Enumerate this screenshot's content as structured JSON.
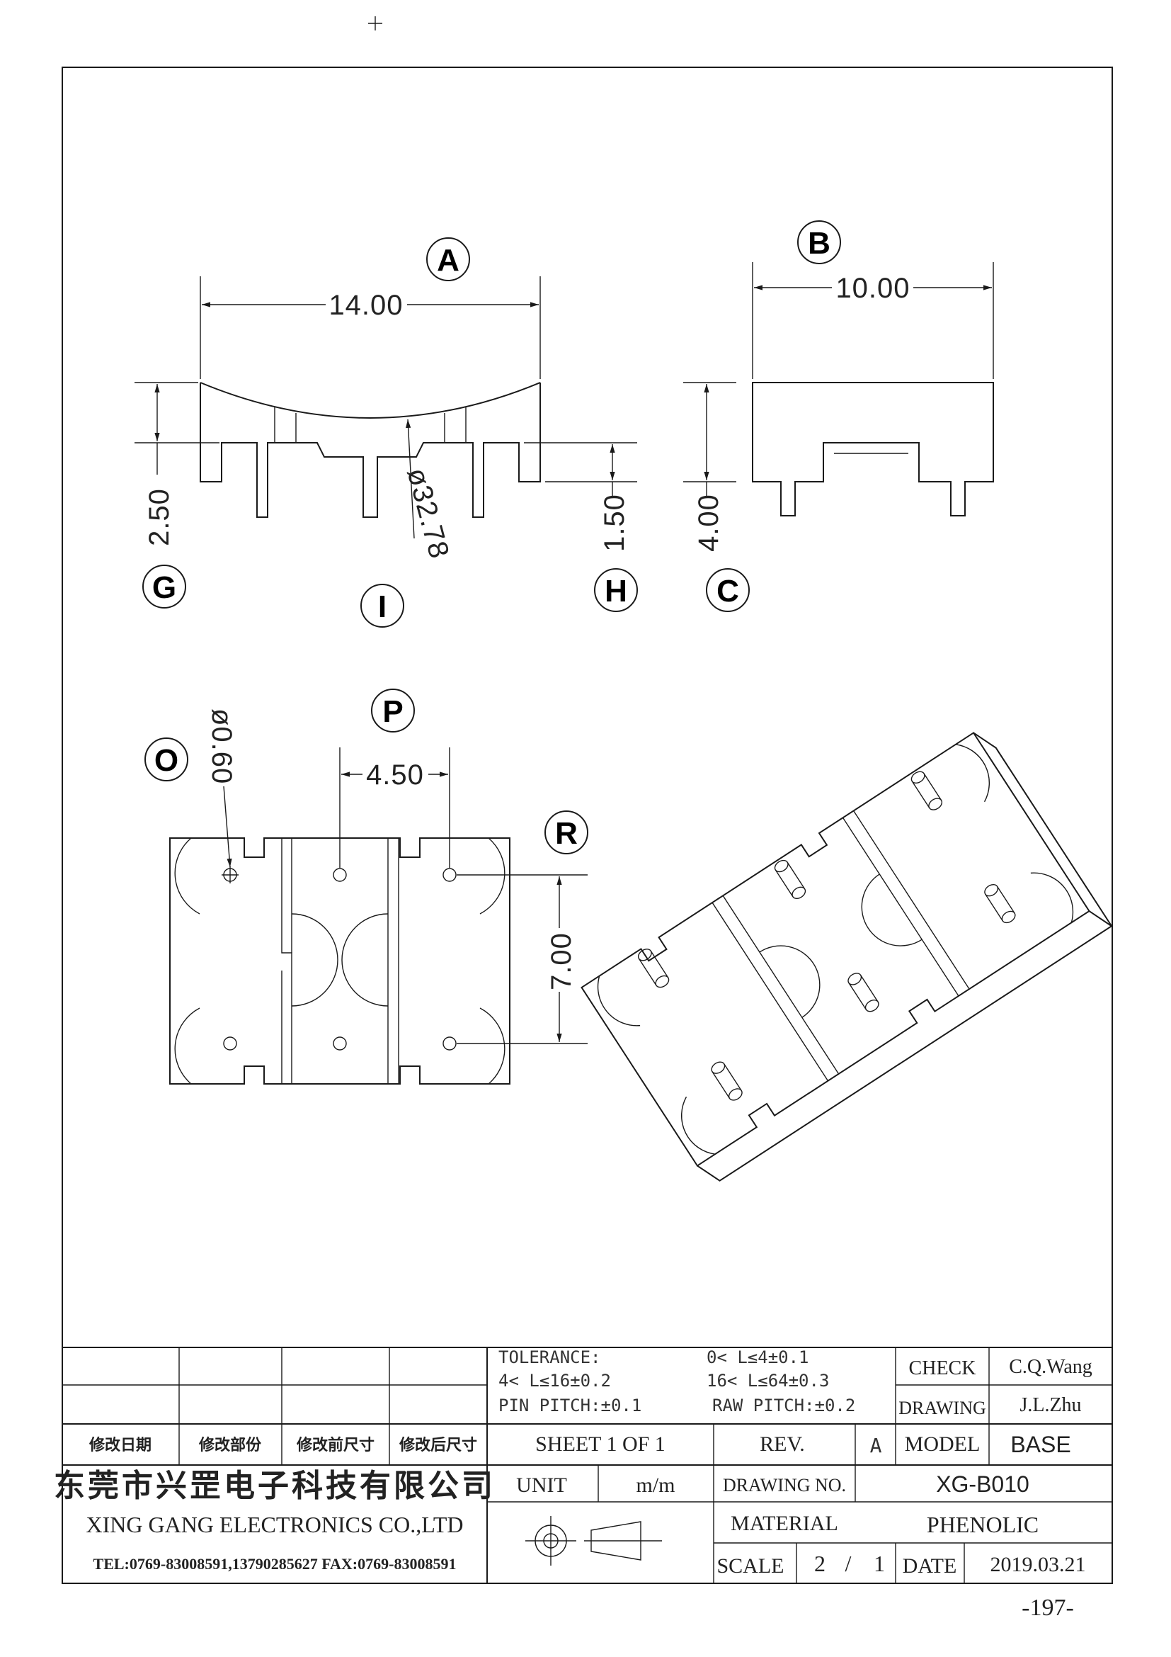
{
  "callouts": {
    "A": "A",
    "B": "B",
    "C": "C",
    "G": "G",
    "H": "H",
    "I": "I",
    "O": "O",
    "P": "P",
    "R": "R"
  },
  "dimensions": {
    "A": "14.00",
    "B": "10.00",
    "G": "2.50",
    "H": "1.50",
    "C": "4.00",
    "I": "ø32.78",
    "O": "ø0.60",
    "P": "4.50",
    "R": "7.00"
  },
  "title_block": {
    "tolerance_label": "TOLERANCE:",
    "tol_1": "0< L≤4±0.1",
    "tol_2": "4< L≤16±0.2",
    "tol_3": "16< L≤64±0.3",
    "pin_pitch": "PIN PITCH:±0.1",
    "raw_pitch": "RAW PITCH:±0.2",
    "check_label": "CHECK",
    "check_value": "C.Q.Wang",
    "drawing_label": "DRAWING",
    "drawing_value": "J.L.Zhu",
    "rev_headers": [
      "修改日期",
      "修改部份",
      "修改前尺寸",
      "修改后尺寸"
    ],
    "sheet": "SHEET 1 OF 1",
    "rev_label": "REV.",
    "rev_value": "A",
    "model_label": "MODEL",
    "model_value": "BASE",
    "company_cn": "东莞市兴罡电子科技有限公司",
    "company_en": "XING GANG ELECTRONICS CO.,LTD",
    "contact": "TEL:0769-83008591,13790285627 FAX:0769-83008591",
    "unit_label": "UNIT",
    "unit_value": "m/m",
    "drawing_no_label": "DRAWING NO.",
    "drawing_no_value": "XG-B010",
    "material_label": "MATERIAL",
    "material_value": "PHENOLIC",
    "scale_label": "SCALE",
    "scale_num": "2",
    "scale_sep": "/",
    "scale_den": "1",
    "date_label": "DATE",
    "date_value": "2019.03.21"
  },
  "page_number": "-197-"
}
